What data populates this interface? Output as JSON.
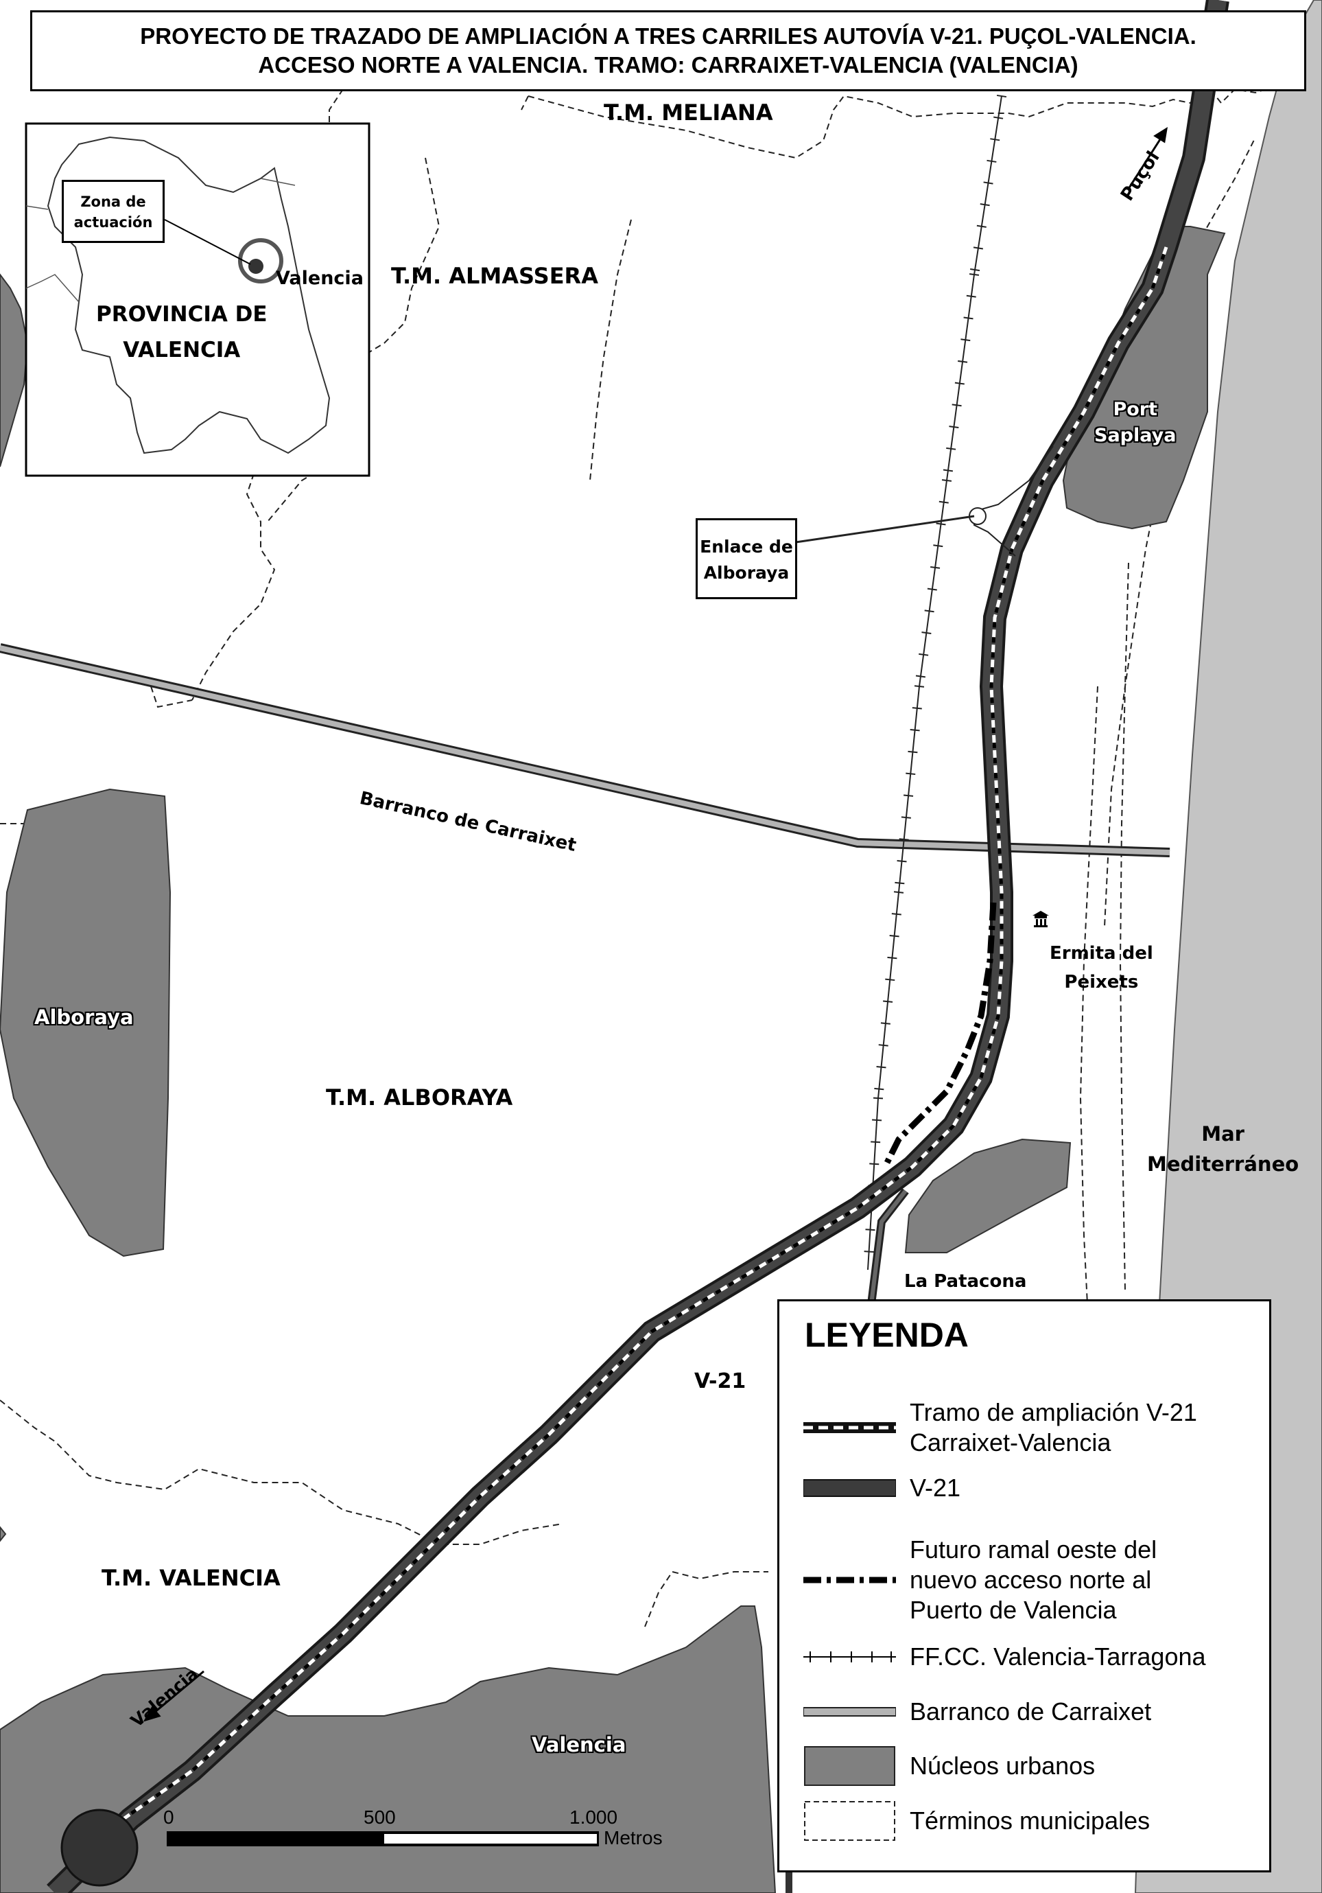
{
  "title": {
    "line1": "PROYECTO DE TRAZADO DE AMPLIACIÓN A TRES CARRILES AUTOVÍA  V-21. PUÇOL-VALENCIA.",
    "line2": "ACCESO NORTE A VALENCIA. TRAMO: CARRAIXET-VALENCIA (VALENCIA)"
  },
  "labels": {
    "meliana": "T.M. MELIANA",
    "almassera": "T.M. ALMASSERA",
    "alboraya_tm": "T.M. ALBORAYA",
    "valencia_tm": "T.M. VALENCIA",
    "barranco": "Barranco de Carraixet",
    "alboraya_town": "Alboraya",
    "valencia_town": "Valencia",
    "port_saplaya": [
      "Port",
      "Saplaya"
    ],
    "ermita": [
      "Ermita del",
      "Peixets"
    ],
    "la_patacona": "La Patacona",
    "mar": [
      "Mar",
      "Mediterráneo"
    ],
    "v21": "V-21",
    "pucol_arrow": "Puçol",
    "valencia_arrow": "Valencia"
  },
  "inset": {
    "zona": [
      "Zona de",
      "actuación"
    ],
    "valencia": "Valencia",
    "provincia": [
      "PROVINCIA DE",
      "VALENCIA"
    ]
  },
  "callout_enlace": [
    "Enlace de",
    "Alboraya"
  ],
  "legend": {
    "title": "LEYENDA",
    "items": [
      {
        "symbol": "dashed-road",
        "text": [
          "Tramo de ampliación V-21",
          "Carraixet-Valencia"
        ]
      },
      {
        "symbol": "road",
        "text": [
          "V-21"
        ]
      },
      {
        "symbol": "dash-dot",
        "text": [
          "Futuro ramal oeste del",
          "nuevo acceso norte al",
          "Puerto de Valencia"
        ]
      },
      {
        "symbol": "railway",
        "text": [
          "FF.CC. Valencia-Tarragona"
        ]
      },
      {
        "symbol": "river",
        "text": [
          "Barranco de Carraixet"
        ]
      },
      {
        "symbol": "urban",
        "text": [
          "Núcleos urbanos"
        ]
      },
      {
        "symbol": "boundary",
        "text": [
          "Términos municipales"
        ]
      }
    ]
  },
  "scale": {
    "ticks": [
      "0",
      "500",
      "1.000"
    ],
    "unit": "Metros"
  },
  "colors": {
    "urban": "#808080",
    "road": "#3c3c3c",
    "sea": "#c4c4c4",
    "river": "#b4b4b4"
  }
}
